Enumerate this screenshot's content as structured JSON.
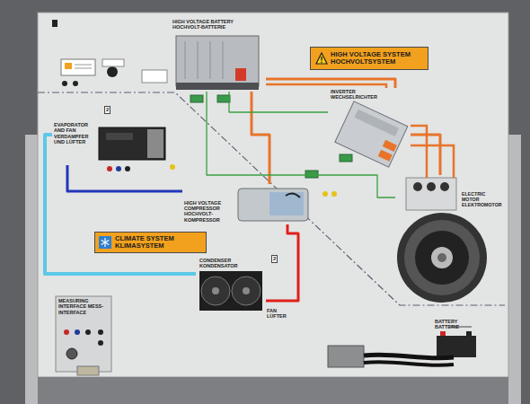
{
  "diagram": {
    "nodes": [
      {
        "text": [
          "HIGH VOLTAGE BATTERY HOCHVOLT-BATTERIE"
        ]
      },
      {
        "text": [
          "HIGH VOLTAGE SYSTEM HOCHVOLTSYSTEM"
        ]
      },
      {
        "text": [
          "INVERTER WECHSELRICHTER"
        ]
      },
      {
        "text": [
          "EVAPORATOR AND FAN VERDAMPFER UND LÜFTER"
        ]
      },
      {
        "text": [
          "HIGH VOLTAGE COMPRESSOR HOCHVOLT-KOMPRESSOR"
        ]
      },
      {
        "text": [
          "ELECTRIC MOTOR ELEKTROMOTOR"
        ]
      },
      {
        "text": [
          "CLIMATE SYSTEM KLIMASYSTEM"
        ]
      },
      {
        "text": [
          "CONDENSER KONDENSATOR"
        ]
      },
      {
        "text": [
          "MEASURING INTERFACE MESS-INTERFACE"
        ]
      },
      {
        "text": [
          "BATTERY BATTERIE"
        ]
      }
    ],
    "edges": [
      {
        "from": 0,
        "to": 2,
        "arrow": "none"
      },
      {
        "from": 2,
        "to": 5,
        "arrow": "none"
      },
      {
        "from": 0,
        "to": 4,
        "arrow": "none"
      },
      {
        "from": 3,
        "to": 4,
        "arrow": "none"
      },
      {
        "from": 4,
        "to": 7,
        "arrow": "none"
      },
      {
        "from": 7,
        "to": 3,
        "arrow": "none"
      },
      {
        "from": 0,
        "to": 5,
        "arrow": "none"
      },
      {
        "from": 0,
        "to": 2,
        "arrow": "none"
      }
    ],
    "labels": [
      "2",
      "2",
      "FAN LÜFTER"
    ]
  }
}
